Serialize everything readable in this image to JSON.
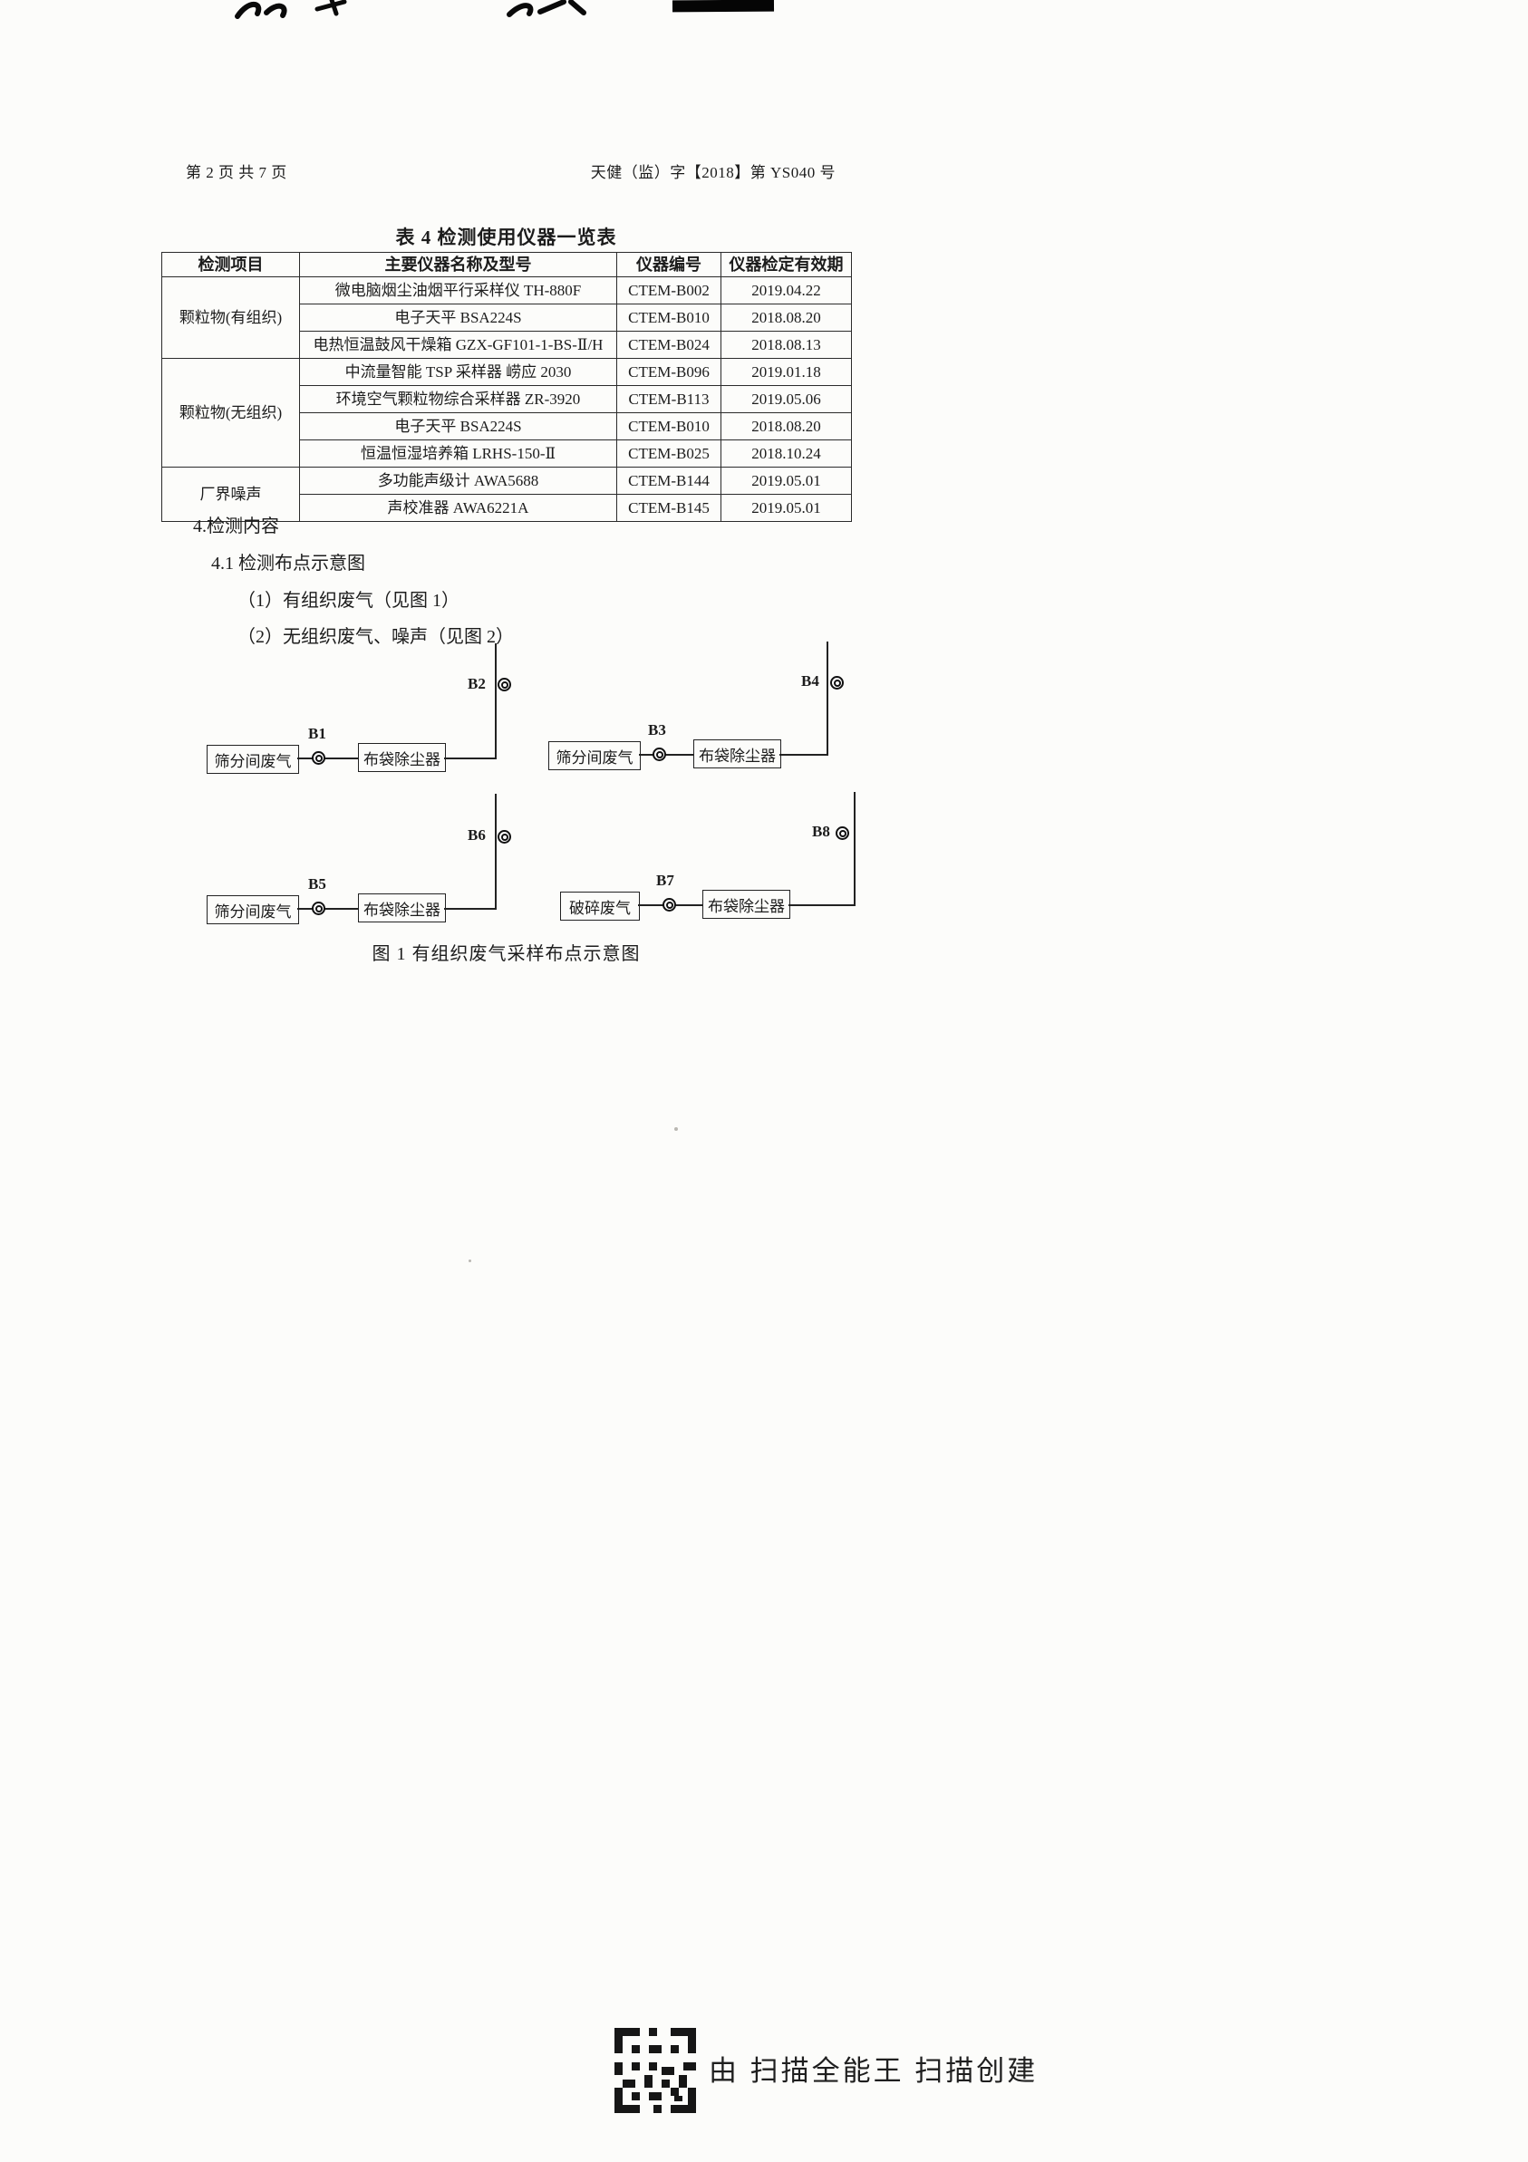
{
  "header": {
    "left": "第 2 页 共 7 页",
    "right": "天健（监）字【2018】第 YS040 号"
  },
  "table": {
    "title": "表 4 检测使用仪器一览表",
    "columns": [
      "检测项目",
      "主要仪器名称及型号",
      "仪器编号",
      "仪器检定有效期"
    ],
    "groups": [
      {
        "item": "颗粒物(有组织)",
        "rows": [
          {
            "name": "微电脑烟尘油烟平行采样仪  TH-880F",
            "code": "CTEM-B002",
            "valid": "2019.04.22"
          },
          {
            "name": "电子天平  BSA224S",
            "code": "CTEM-B010",
            "valid": "2018.08.20"
          },
          {
            "name": "电热恒温鼓风干燥箱  GZX-GF101-1-BS-Ⅱ/H",
            "code": "CTEM-B024",
            "valid": "2018.08.13"
          }
        ]
      },
      {
        "item": "颗粒物(无组织)",
        "rows": [
          {
            "name": "中流量智能 TSP 采样器  崂应 2030",
            "code": "CTEM-B096",
            "valid": "2019.01.18"
          },
          {
            "name": "环境空气颗粒物综合采样器  ZR-3920",
            "code": "CTEM-B113",
            "valid": "2019.05.06"
          },
          {
            "name": "电子天平  BSA224S",
            "code": "CTEM-B010",
            "valid": "2018.08.20"
          },
          {
            "name": "恒温恒湿培养箱  LRHS-150-Ⅱ",
            "code": "CTEM-B025",
            "valid": "2018.10.24"
          }
        ]
      },
      {
        "item": "厂界噪声",
        "rows": [
          {
            "name": "多功能声级计  AWA5688",
            "code": "CTEM-B144",
            "valid": "2019.05.01"
          },
          {
            "name": "声校准器  AWA6221A",
            "code": "CTEM-B145",
            "valid": "2019.05.01"
          }
        ]
      }
    ]
  },
  "sections": {
    "s4": "4.检测内容",
    "s41": "4.1 检测布点示意图",
    "item1": "（1）有组织废气（见图 1）",
    "item2": "（2）无组织废气、噪声（见图 2）"
  },
  "diagram": {
    "caption": "图 1 有组织废气采样布点示意图",
    "units": [
      {
        "source": "筛分间废气",
        "point": "B1",
        "device": "布袋除尘器",
        "stack_point": "B2"
      },
      {
        "source": "筛分间废气",
        "point": "B3",
        "device": "布袋除尘器",
        "stack_point": "B4"
      },
      {
        "source": "筛分间废气",
        "point": "B5",
        "device": "布袋除尘器",
        "stack_point": "B6"
      },
      {
        "source": "破碎废气",
        "point": "B7",
        "device": "布袋除尘器",
        "stack_point": "B8"
      }
    ]
  },
  "watermark": {
    "text": "由  扫描全能王  扫描创建"
  }
}
